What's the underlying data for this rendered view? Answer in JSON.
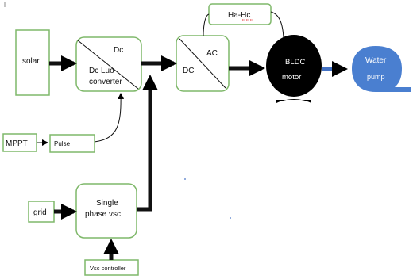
{
  "blocks": {
    "solar": "solar",
    "dc_luo_top": "Dc",
    "dc_luo_line1": "Dc Luo",
    "dc_luo_line2": "converter",
    "inverter_ac": "AC",
    "inverter_dc": "DC",
    "hall": "Ha-Hc",
    "motor_line1": "BLDC",
    "motor_line2": "motor",
    "pump_line1": "Water",
    "pump_line2": "pump",
    "mppt": "MPPT",
    "pulse": "Pulse",
    "grid": "grid",
    "vsc_line1": "Single",
    "vsc_line2": "phase vsc",
    "vsc_controller": "Vsc controller"
  },
  "colors": {
    "box_border": "#7fb86a",
    "motor_fill": "#000000",
    "pump_fill": "#4a7fd0",
    "pump_arrow": "#4472c4",
    "arrow": "#000000"
  }
}
